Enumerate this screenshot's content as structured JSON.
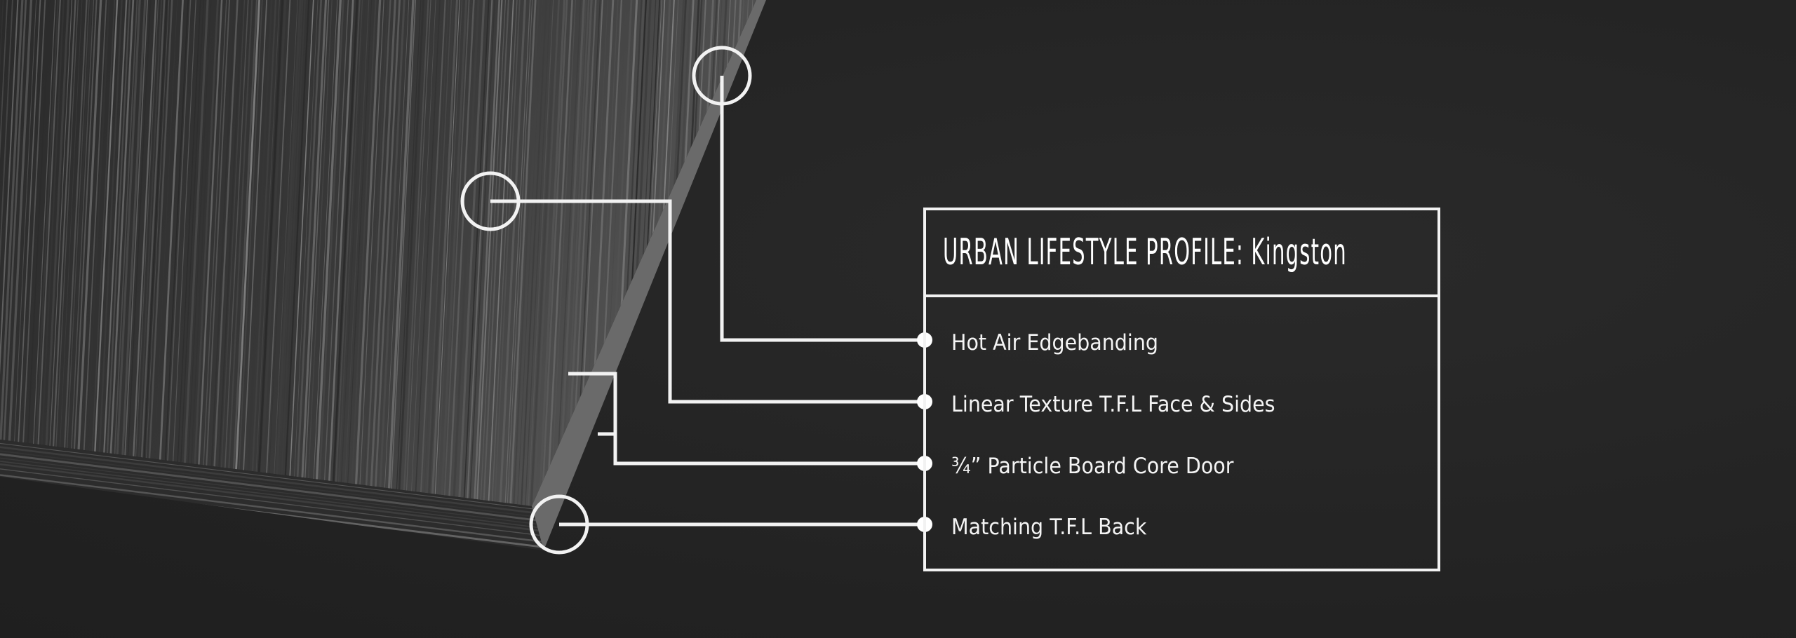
{
  "profile": {
    "title": "URBAN LIFESTYLE PROFILE: Kingston",
    "features": [
      "Hot Air Edgebanding",
      "Linear Texture T.F.L Face & Sides",
      "¾” Particle Board Core Door",
      "Matching T.F.L Back"
    ]
  },
  "colors": {
    "background": "#262626",
    "line": "#f2f2f2"
  }
}
